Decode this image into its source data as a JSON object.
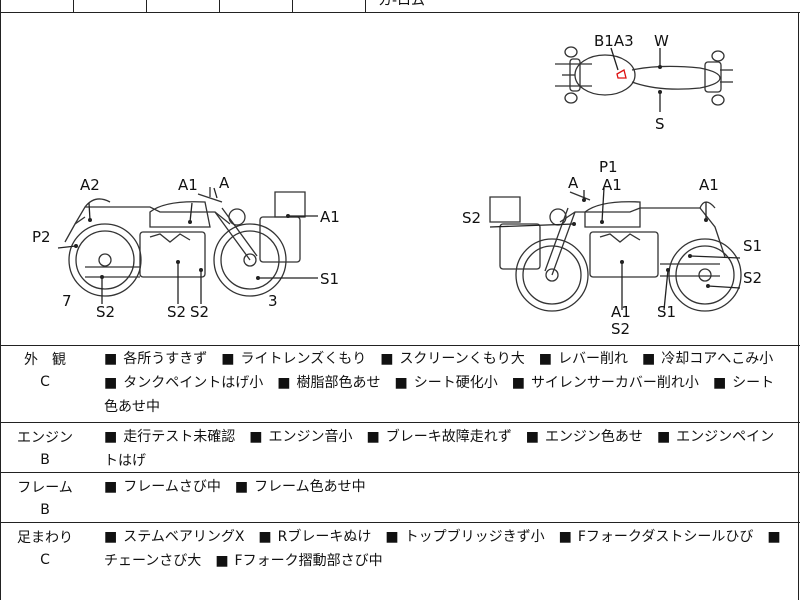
{
  "header_cut_text": "カ-ロム",
  "diagram": {
    "top_view_labels": {
      "b1a3": "B1A3",
      "w": "W",
      "s": "S"
    },
    "left_side_labels": {
      "a2": "A2",
      "a1_tank": "A1",
      "a": "A",
      "p2": "P2",
      "a1_case": "A1",
      "s1": "S1",
      "num7": "7",
      "s2_front": "S2",
      "s2_mid1": "S2",
      "s2_mid2": "S2",
      "num3": "3"
    },
    "right_side_labels": {
      "p1": "P1",
      "a_mirror": "A",
      "a1_tank": "A1",
      "a1_tail": "A1",
      "s2_case": "S2",
      "s1_upper": "S1",
      "s2_rear": "S2",
      "a1_low": "A1",
      "s2_low": "S2",
      "s1_low": "S1"
    }
  },
  "sections": [
    {
      "name": "外　観",
      "grade": "C",
      "items": [
        "各所うすきず",
        "ライトレンズくもり",
        "スクリーンくもり大",
        "レバー削れ",
        "冷却コアへこみ小",
        "タンクペイントはげ小",
        "樹脂部色あせ",
        "シート硬化小",
        "サイレンサーカバー削れ小",
        "シート色あせ中"
      ]
    },
    {
      "name": "エンジン",
      "grade": "B",
      "items": [
        "走行テスト未確認",
        "エンジン音小",
        "ブレーキ故障走れず",
        "エンジン色あせ",
        "エンジンペイントはげ"
      ]
    },
    {
      "name": "フレーム",
      "grade": "B",
      "items": [
        "フレームさび中",
        "フレーム色あせ中"
      ]
    },
    {
      "name": "足まわり",
      "grade": "C",
      "items": [
        "ステムベアリングX",
        "Rブレーキぬけ",
        "トップブリッジきず小",
        "Fフォークダストシールひび",
        "チェーンさび大",
        "Fフォーク摺動部さび中"
      ]
    }
  ]
}
